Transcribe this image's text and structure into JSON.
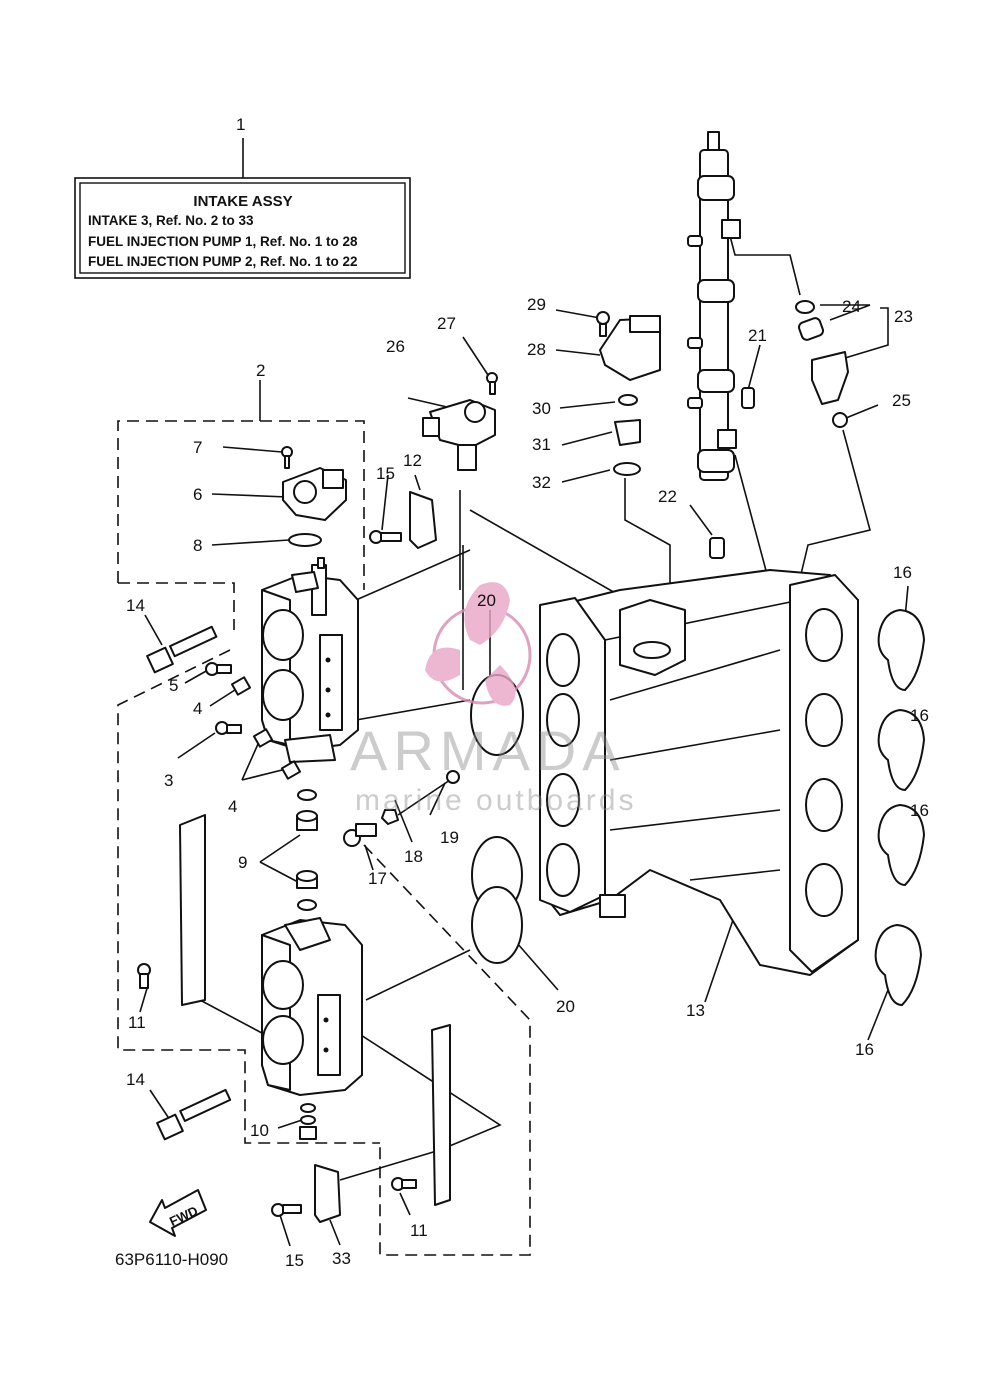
{
  "legend": {
    "ref": "1",
    "title": "INTAKE ASSY",
    "lines": [
      "INTAKE 3,  Ref. No. 2 to 33",
      "FUEL INJECTION PUMP 1,  Ref. No. 1 to 28",
      "FUEL INJECTION PUMP 2,  Ref. No. 1 to 22"
    ]
  },
  "part_labels": [
    "2",
    "3",
    "4",
    "4",
    "5",
    "6",
    "7",
    "8",
    "9",
    "10",
    "11",
    "11",
    "12",
    "13",
    "14",
    "14",
    "15",
    "15",
    "16",
    "16",
    "16",
    "16",
    "17",
    "18",
    "19",
    "20",
    "20",
    "21",
    "22",
    "23",
    "24",
    "25",
    "26",
    "27",
    "28",
    "29",
    "30",
    "31",
    "32",
    "33"
  ],
  "fwd_label": "FWD",
  "diagram_code": "63P6110-H090",
  "watermark": {
    "brand": "ARMADA",
    "tagline": "marine outboards",
    "color": "#d98bb3"
  }
}
